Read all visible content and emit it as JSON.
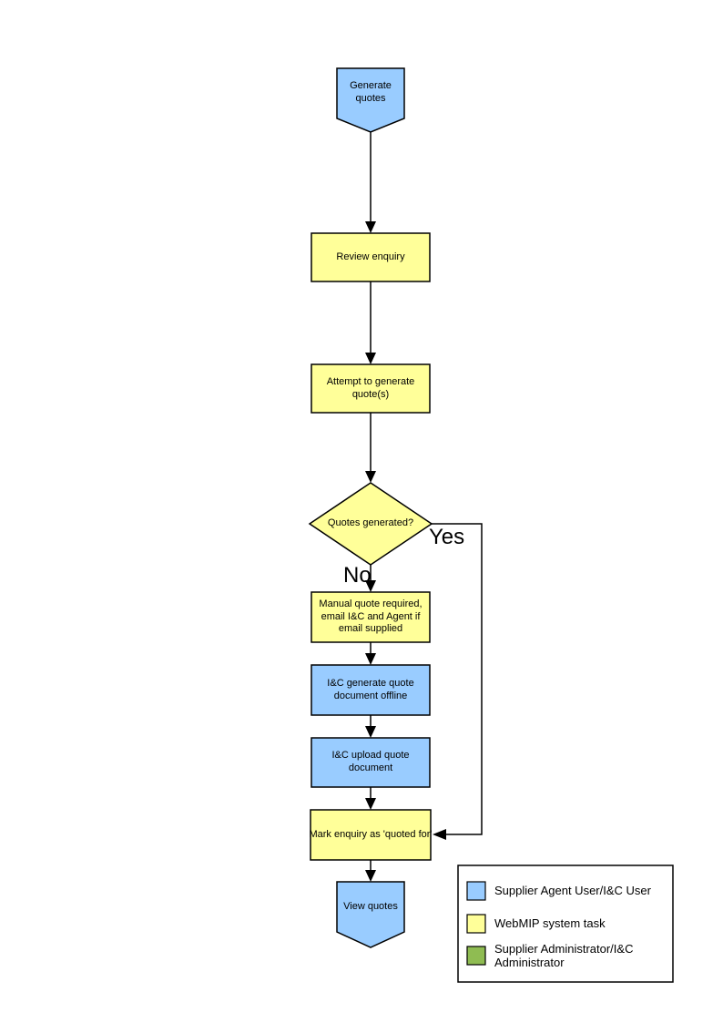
{
  "colors": {
    "user_task": "#99CCFF",
    "system_task": "#FFFF99",
    "admin_task": "#8FBC52",
    "stroke": "#000000",
    "background": "#FFFFFF"
  },
  "flow": {
    "nodes": {
      "start": {
        "label": "Generate quotes",
        "type": "start-terminator",
        "role": "user_task"
      },
      "review": {
        "label": "Review enquiry",
        "type": "process",
        "role": "system_task"
      },
      "attempt": {
        "label": "Attempt to generate quote(s)",
        "type": "process",
        "role": "system_task"
      },
      "decision": {
        "label": "Quotes generated?",
        "type": "decision",
        "role": "system_task"
      },
      "manual": {
        "label": "Manual quote required, email I&C and Agent if email supplied",
        "type": "process",
        "role": "system_task"
      },
      "generate_offline": {
        "label": "I&C generate quote document offline",
        "type": "process",
        "role": "user_task"
      },
      "upload": {
        "label": "I&C upload quote document",
        "type": "process",
        "role": "user_task"
      },
      "mark": {
        "label": "Mark enquiry as 'quoted for'",
        "type": "process",
        "role": "system_task"
      },
      "end": {
        "label": "View quotes",
        "type": "end-terminator",
        "role": "user_task"
      }
    },
    "branch_labels": {
      "yes": "Yes",
      "no": "No"
    }
  },
  "legend": {
    "items": [
      {
        "swatch_color": "#99CCFF",
        "label": "Supplier Agent User/I&C User"
      },
      {
        "swatch_color": "#FFFF99",
        "label": "WebMIP system task"
      },
      {
        "swatch_color": "#8FBC52",
        "label": "Supplier Administrator/I&C Administrator"
      }
    ]
  }
}
